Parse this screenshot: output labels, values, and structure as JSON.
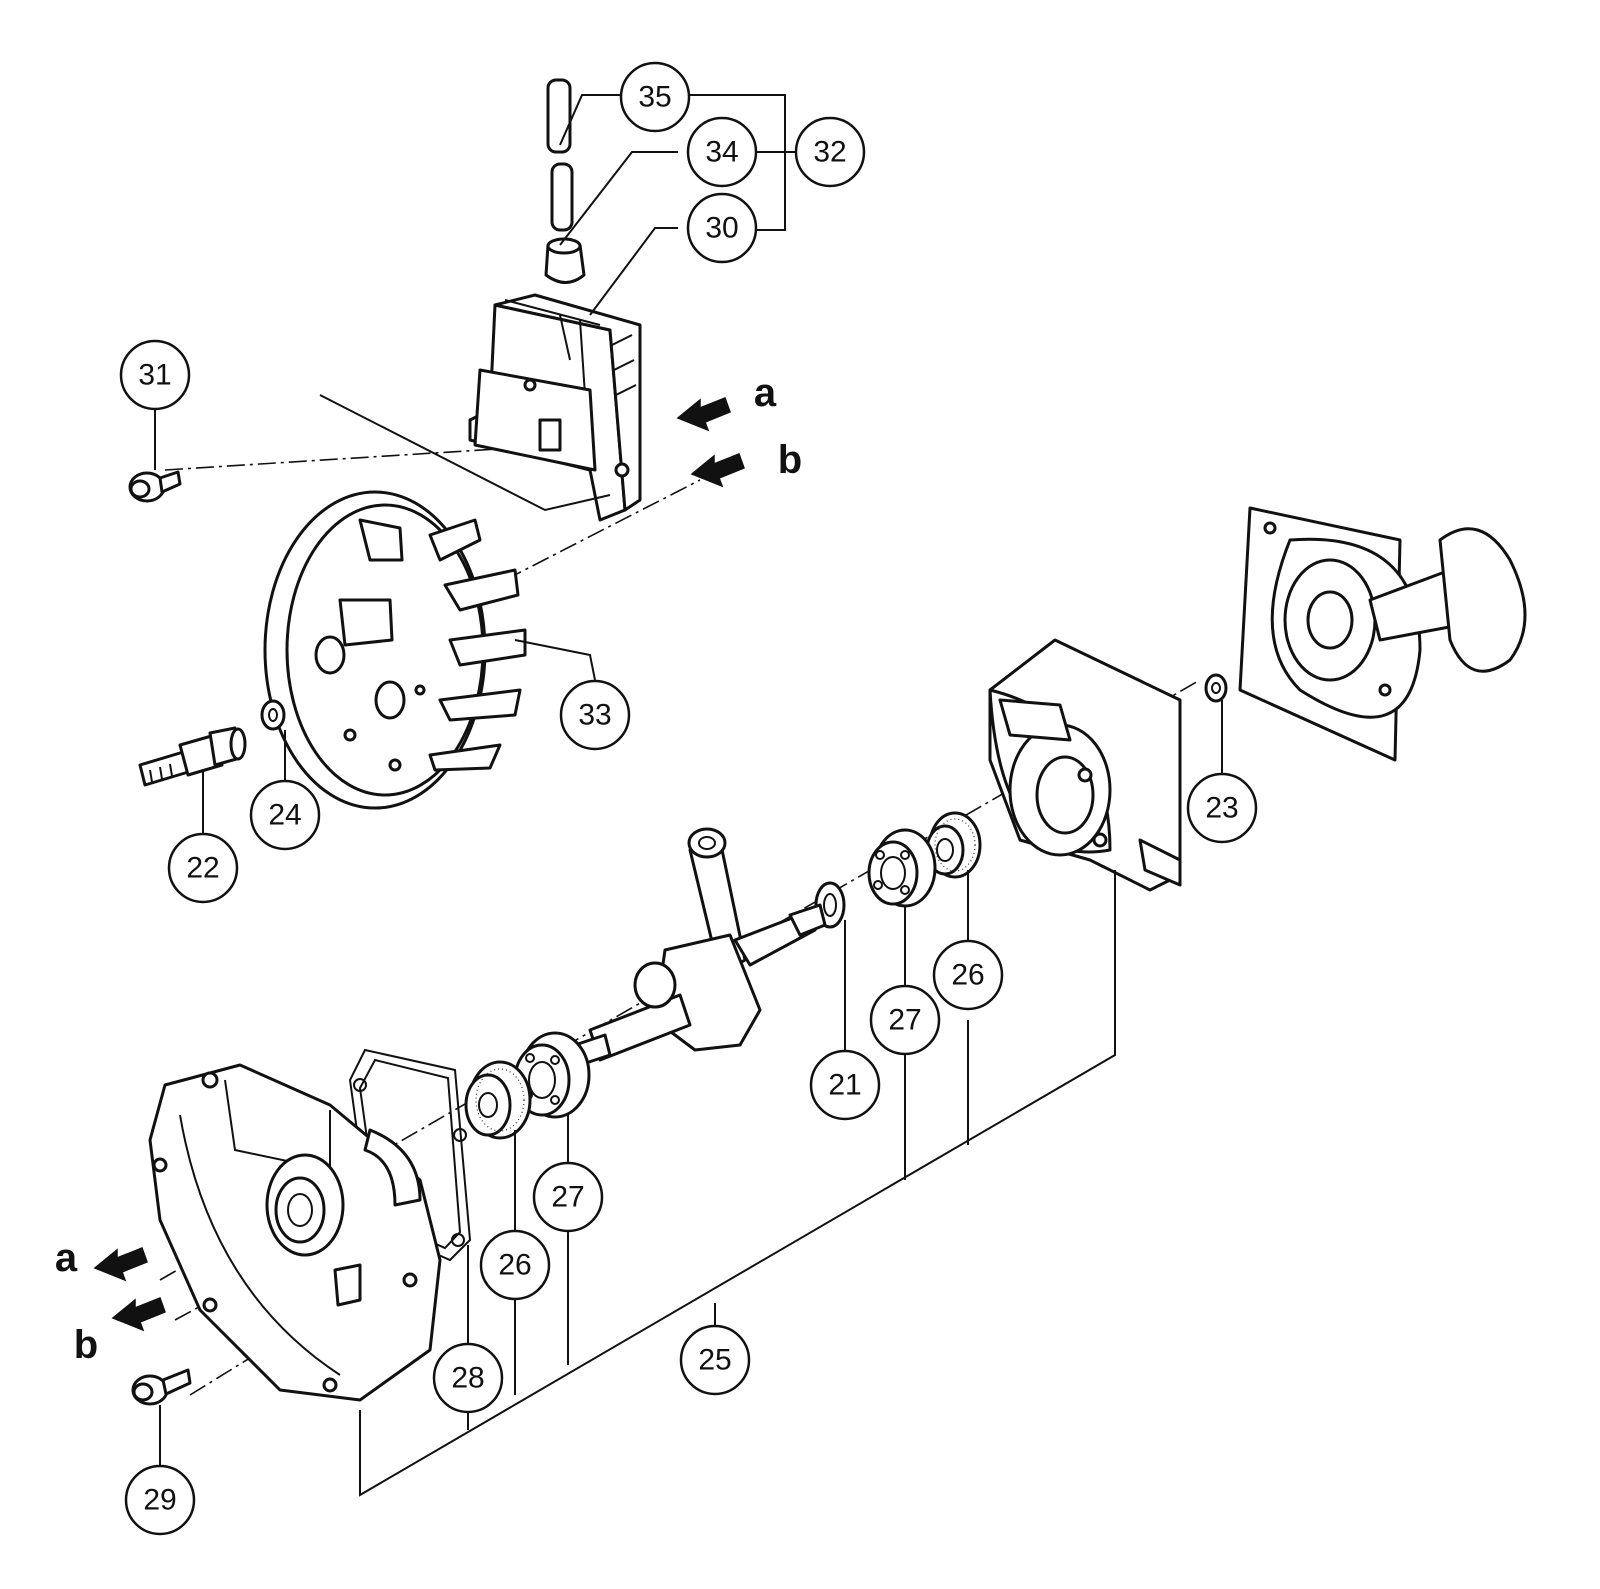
{
  "callouts": [
    {
      "id": "35",
      "label": "35"
    },
    {
      "id": "34",
      "label": "34"
    },
    {
      "id": "32",
      "label": "32"
    },
    {
      "id": "30",
      "label": "30"
    },
    {
      "id": "31",
      "label": "31"
    },
    {
      "id": "33",
      "label": "33"
    },
    {
      "id": "24",
      "label": "24"
    },
    {
      "id": "22",
      "label": "22"
    },
    {
      "id": "23",
      "label": "23"
    },
    {
      "id": "26a",
      "label": "26"
    },
    {
      "id": "27a",
      "label": "27"
    },
    {
      "id": "21",
      "label": "21"
    },
    {
      "id": "27b",
      "label": "27"
    },
    {
      "id": "26b",
      "label": "26"
    },
    {
      "id": "28",
      "label": "28"
    },
    {
      "id": "25",
      "label": "25"
    },
    {
      "id": "29",
      "label": "29"
    }
  ],
  "arrow_labels": {
    "a_top": "a",
    "b_top": "b",
    "a_bottom": "a",
    "b_bottom": "b"
  }
}
